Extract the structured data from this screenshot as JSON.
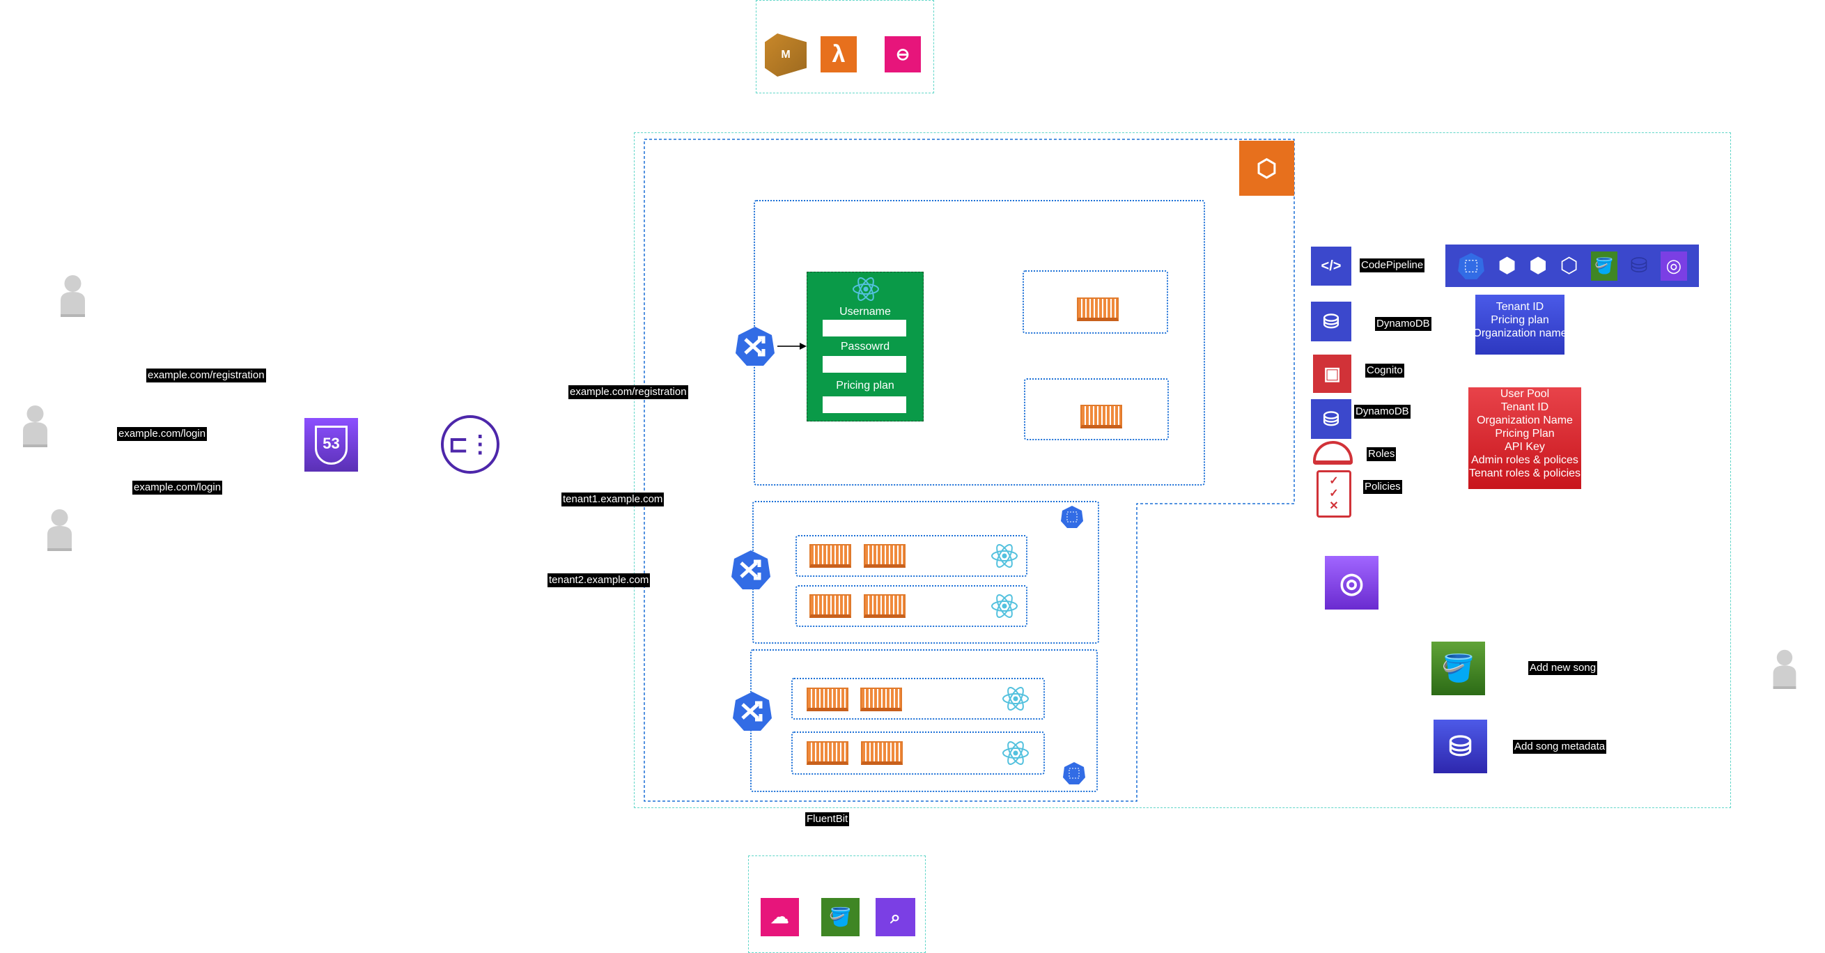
{
  "labels": {
    "reg_left": "example.com/registration",
    "login1": "example.com/login",
    "login2": "example.com/login",
    "reg_mid": "example.com/registration",
    "tenant1": "tenant1.example.com",
    "tenant2": "tenant2.example.com",
    "fluentbit": "FluentBit",
    "codepipeline": "CodePipeline",
    "dynamodb1": "DynamoDB",
    "cognito": "Cognito",
    "dynamodb2": "DynamoDB",
    "roles": "Roles",
    "policies": "Policies",
    "add_song": "Add new song",
    "add_meta": "Add song metadata"
  },
  "form": {
    "username": "Username",
    "password": "Passowrd",
    "pricing": "Pricing plan"
  },
  "tenant_box": {
    "lines": [
      "Tenant ID",
      "Pricing plan",
      "Organization name"
    ]
  },
  "pool_box": {
    "lines": [
      "User Pool",
      "Tenant ID",
      "Organization Name",
      "Pricing Plan",
      "API Key",
      "Admin roles & polices",
      "Tenant roles & policies"
    ]
  },
  "route53": {
    "text": "53"
  },
  "colors": {
    "aws_blue": "#3b48cc",
    "aws_red": "#d13238",
    "aws_green": "#3f8624",
    "aws_purple": "#7b3fe4",
    "aws_orange": "#e7701d",
    "k8s_blue": "#326ce5",
    "react": "#53c1de",
    "pink": "#e7157b",
    "form_green": "#0a9a48"
  }
}
